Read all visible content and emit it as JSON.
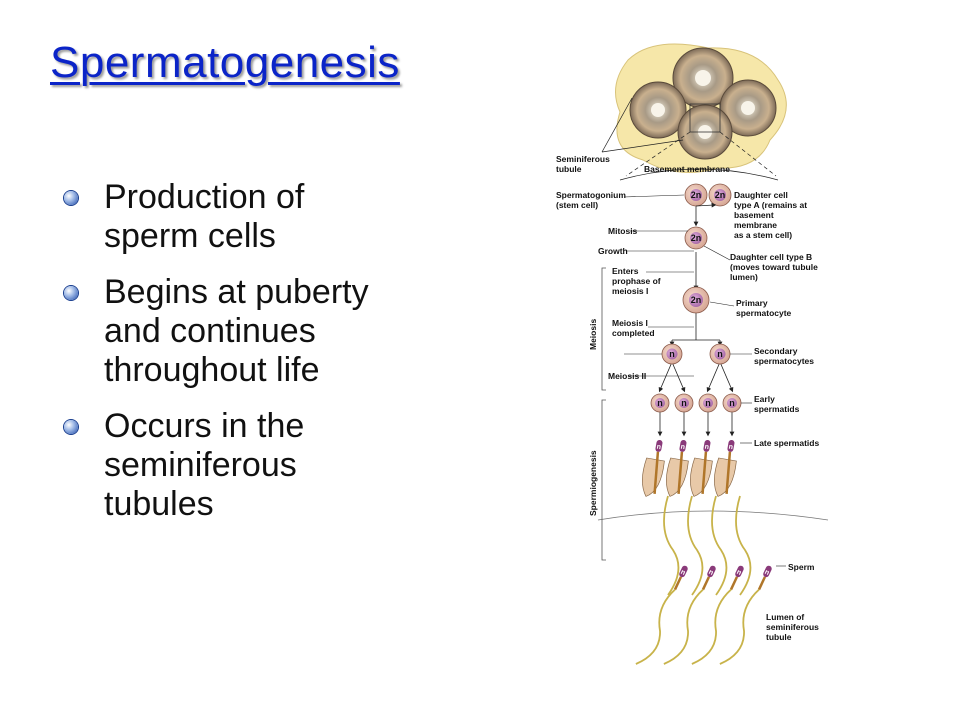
{
  "title": "Spermatogenesis",
  "bullets": [
    [
      "Production of",
      "sperm cells"
    ],
    [
      "Begins at puberty",
      "and continues",
      "throughout life"
    ],
    [
      "Occurs in the",
      "seminiferous",
      "tubules"
    ]
  ],
  "diagram": {
    "seminiferous_tubule": [
      "Seminiferous",
      "tubule"
    ],
    "basement_membrane": "Basement membrane",
    "spermatogonium": [
      "Spermatogonium",
      "(stem cell)"
    ],
    "daughter_a": [
      "Daughter cell",
      "type A (remains at",
      "basement",
      "membrane",
      "as a stem cell)"
    ],
    "mitosis": "Mitosis",
    "growth": "Growth",
    "daughter_b": [
      "Daughter cell type B",
      "(moves toward tubule",
      "lumen)"
    ],
    "enters_meiosis": [
      "Enters",
      "prophase of",
      "meiosis I"
    ],
    "primary": [
      "Primary",
      "spermatocyte"
    ],
    "meiosis_completed": [
      "Meiosis I",
      "completed"
    ],
    "secondary": [
      "Secondary",
      "spermatocytes"
    ],
    "meiosis_ii": "Meiosis II",
    "early": [
      "Early",
      "spermatids"
    ],
    "late": "Late spermatids",
    "sperm": "Sperm",
    "lumen": [
      "Lumen of",
      "seminiferous",
      "tubule"
    ],
    "meiosis_bracket": "Meiosis",
    "spermiogenesis_bracket": "Spermiogenesis",
    "diploid": "2n",
    "haploid": "n"
  }
}
